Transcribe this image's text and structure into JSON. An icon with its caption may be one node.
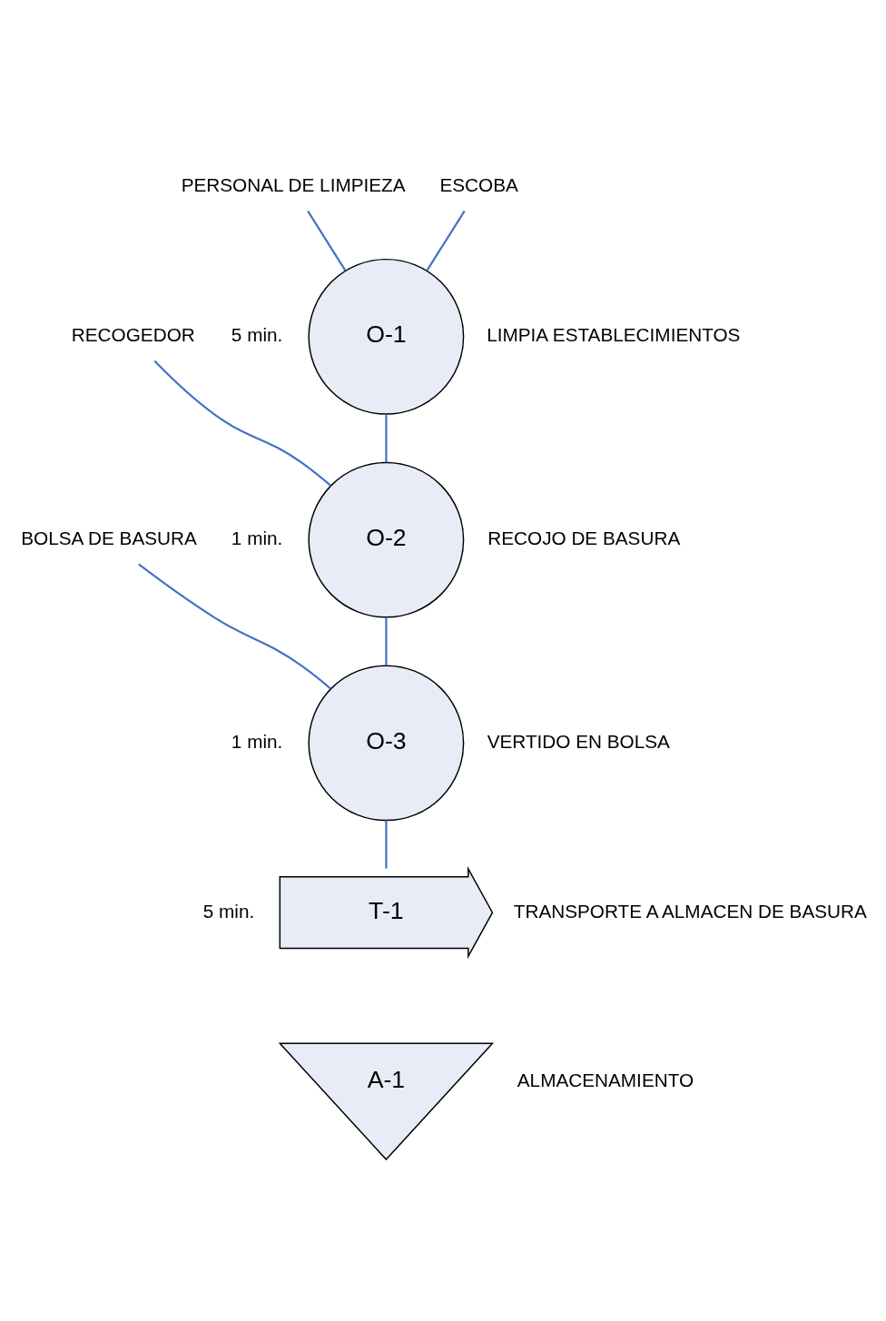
{
  "diagram": {
    "nodes": [
      {
        "text": [
          "PERSONAL DE LIMPIEZA"
        ]
      },
      {
        "text": [
          "ESCOBA"
        ]
      },
      {
        "text": [
          "O-1"
        ],
        "beside": [
          "5 min.",
          "LIMPIA ESTABLECIMIENTOS"
        ]
      },
      {
        "text": [
          "RECOGEDOR"
        ]
      },
      {
        "text": [
          "O-2"
        ],
        "beside": [
          "1 min.",
          "RECOJO DE BASURA"
        ]
      },
      {
        "text": [
          "BOLSA DE BASURA"
        ]
      },
      {
        "text": [
          "O-3"
        ],
        "beside": [
          "1 min.",
          "VERTIDO EN BOLSA"
        ]
      },
      {
        "text": [
          "T-1"
        ],
        "beside": [
          "5 min.",
          "TRANSPORTE A ALMACEN DE BASURA"
        ]
      },
      {
        "text": [
          "A-1"
        ],
        "beside": [
          "ALMACENAMIENTO"
        ]
      }
    ],
    "edges": [
      {
        "from": 0,
        "to": 2,
        "arrow": "none"
      },
      {
        "from": 1,
        "to": 2,
        "arrow": "none"
      },
      {
        "from": 2,
        "to": 4,
        "arrow": "none"
      },
      {
        "from": 3,
        "to": 4,
        "arrow": "none"
      },
      {
        "from": 4,
        "to": 6,
        "arrow": "none"
      },
      {
        "from": 5,
        "to": 6,
        "arrow": "none"
      },
      {
        "from": 6,
        "to": 7,
        "arrow": "none"
      }
    ]
  }
}
